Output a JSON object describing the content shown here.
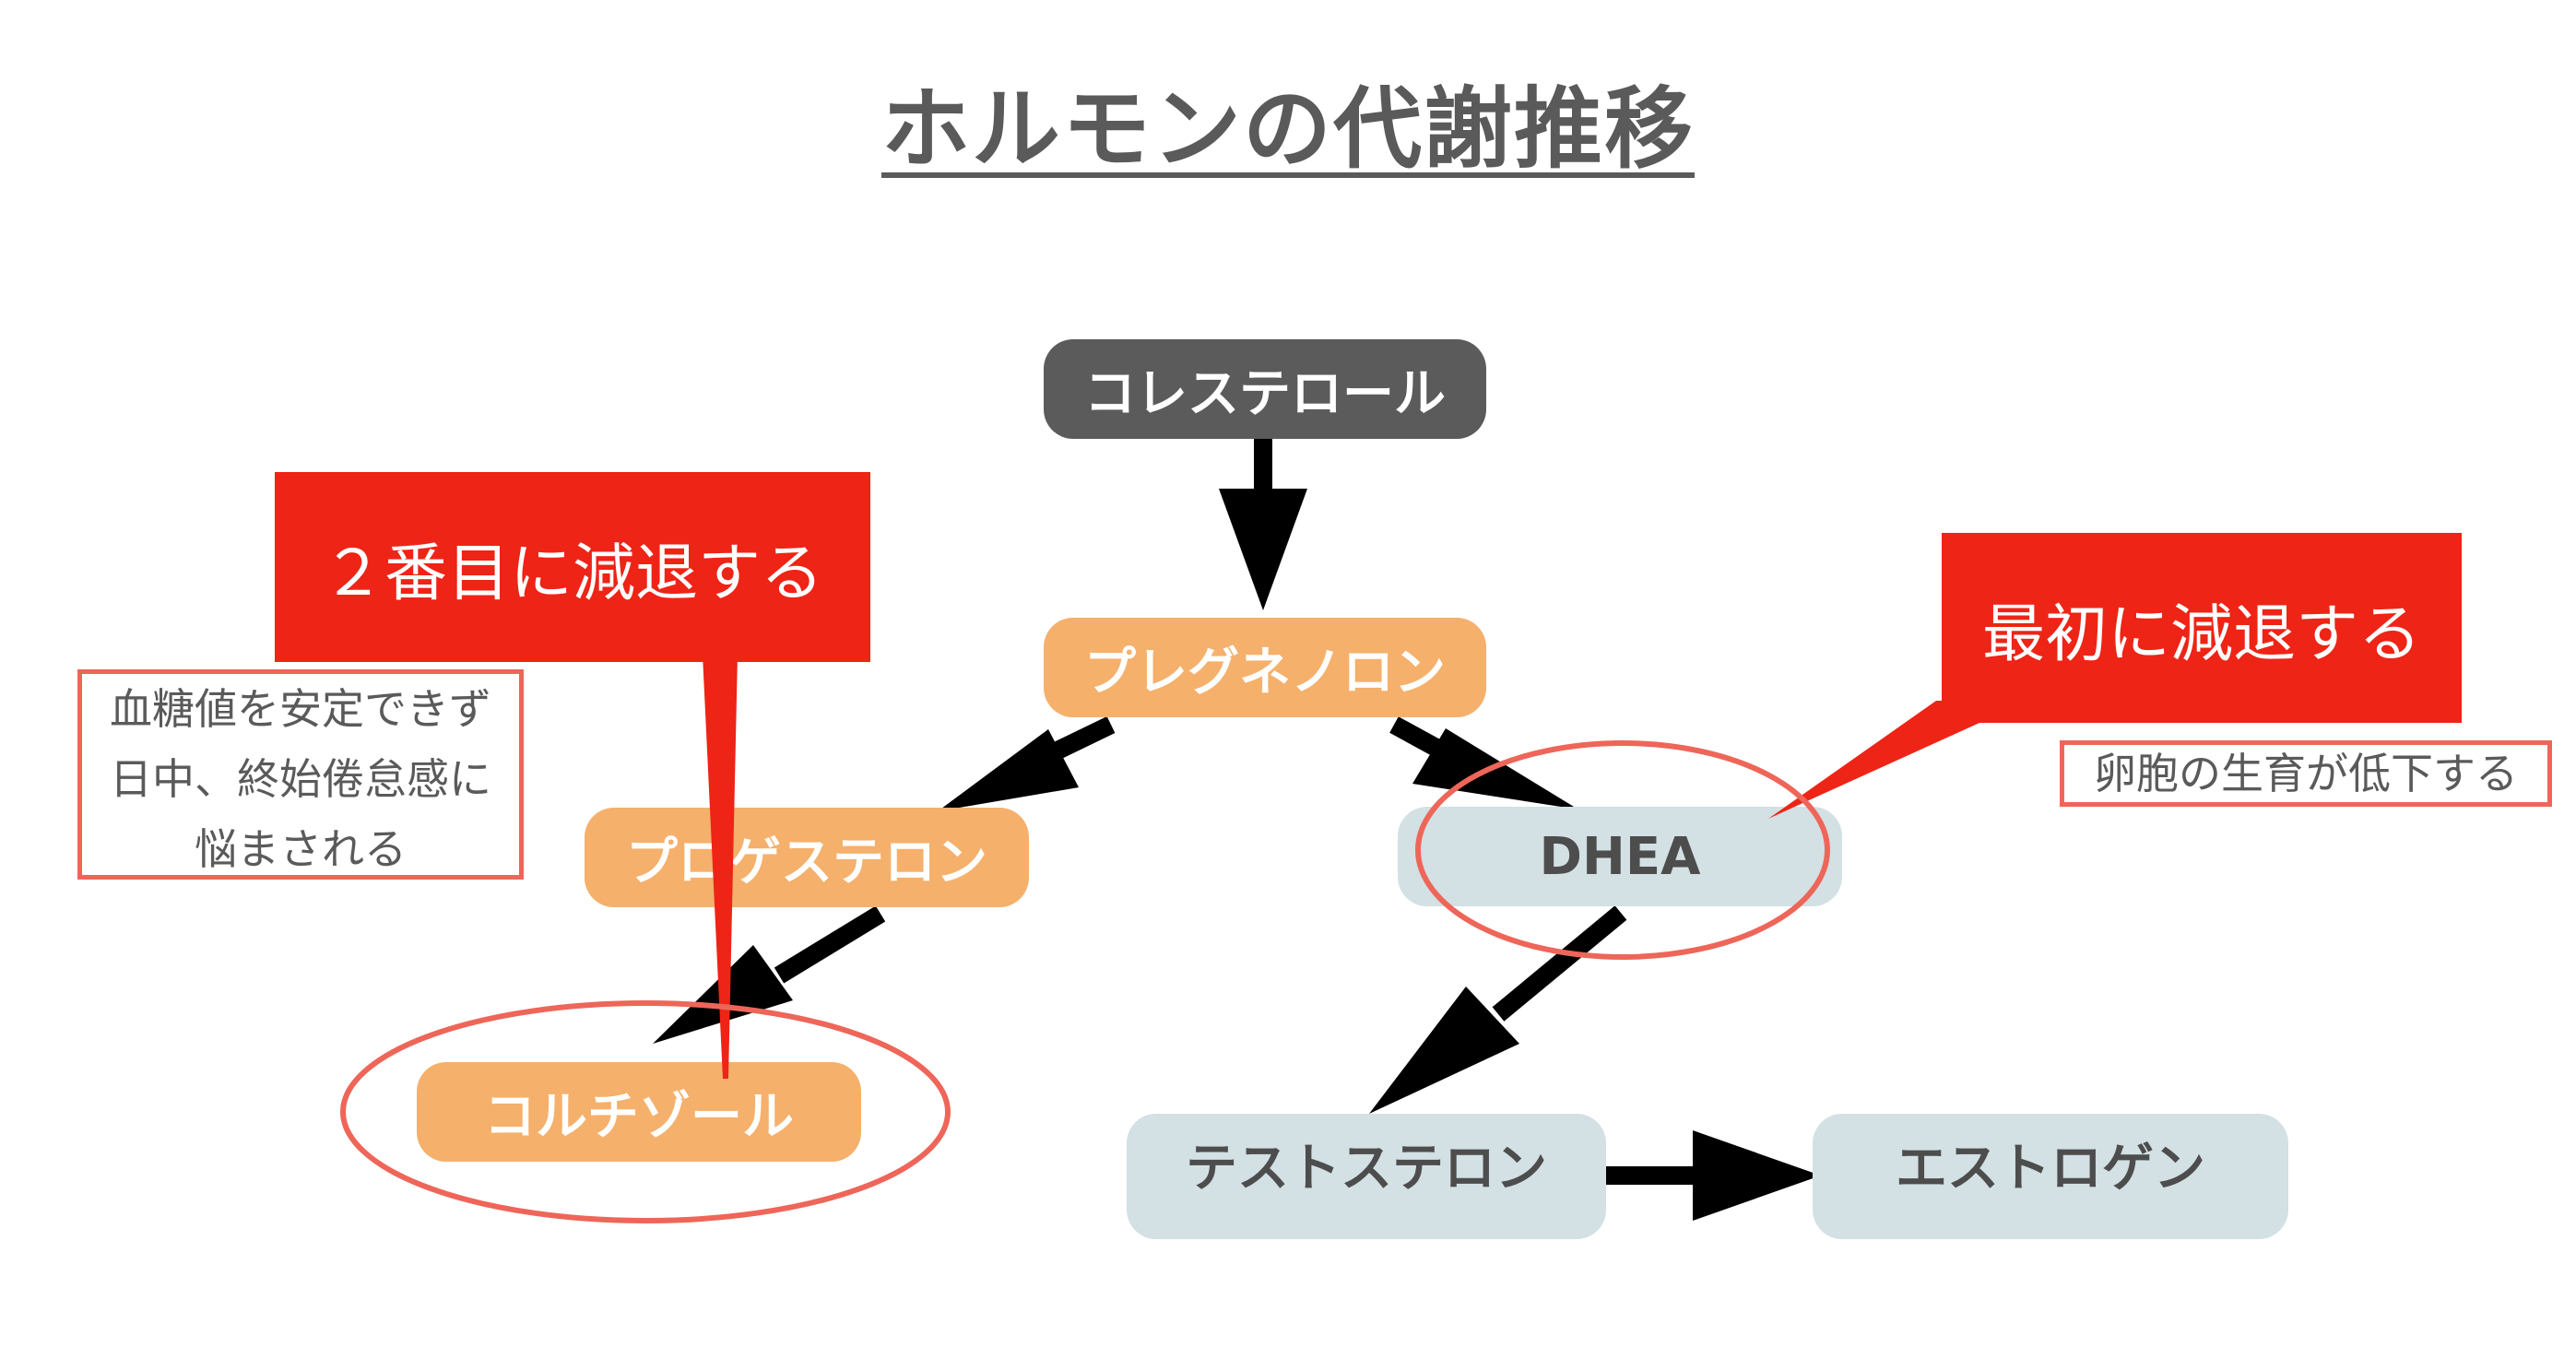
{
  "title": "ホルモンの代謝推移",
  "colors": {
    "dark_node": "#5b5b5b",
    "orange_node": "#f5b06c",
    "blue_node": "#d3e0e4",
    "callout_red": "#ee2416",
    "circle_red": "#ee6659",
    "arrow": "#000000"
  },
  "nodes": {
    "cholesterol": "コレステロール",
    "pregnenolone": "プレグネノロン",
    "progesterone": "プロゲステロン",
    "cortisol": "コルチゾール",
    "dhea": "DHEA",
    "testosterone": "テストステロン",
    "estrogen": "エストロゲン"
  },
  "callouts": {
    "left": "２番目に減退する",
    "right": "最初に減退する"
  },
  "notes": {
    "left": [
      "血糖値を安定できず",
      "日中、終始倦怠感に",
      "悩まされる"
    ],
    "right": "卵胞の生育が低下する"
  }
}
